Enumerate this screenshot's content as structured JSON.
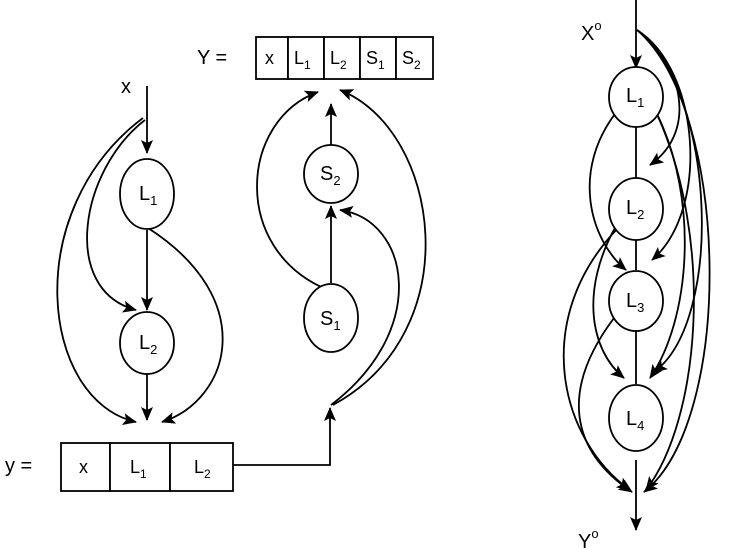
{
  "left_graph": {
    "input_label": "x",
    "nodes": [
      {
        "main": "L",
        "sub": "1"
      },
      {
        "main": "L",
        "sub": "2"
      }
    ],
    "output_label": "y =",
    "output_cells": [
      {
        "main": "x",
        "sub": ""
      },
      {
        "main": "L",
        "sub": "1"
      },
      {
        "main": "L",
        "sub": "2"
      }
    ]
  },
  "middle_graph": {
    "nodes": [
      {
        "main": "S",
        "sub": "1"
      },
      {
        "main": "S",
        "sub": "2"
      }
    ],
    "output_label": "Y =",
    "output_cells": [
      {
        "main": "x",
        "sub": ""
      },
      {
        "main": "L",
        "sub": "1"
      },
      {
        "main": "L",
        "sub": "2"
      },
      {
        "main": "S",
        "sub": "1"
      },
      {
        "main": "S",
        "sub": "2"
      }
    ]
  },
  "right_graph": {
    "input_label": {
      "main": "X",
      "sup": "o"
    },
    "nodes": [
      {
        "main": "L",
        "sub": "1"
      },
      {
        "main": "L",
        "sub": "2"
      },
      {
        "main": "L",
        "sub": "3"
      },
      {
        "main": "L",
        "sub": "4"
      }
    ],
    "output_label": {
      "main": "Y",
      "sup": "o"
    }
  },
  "colors": {
    "stroke": "#000000",
    "background": "#ffffff"
  }
}
